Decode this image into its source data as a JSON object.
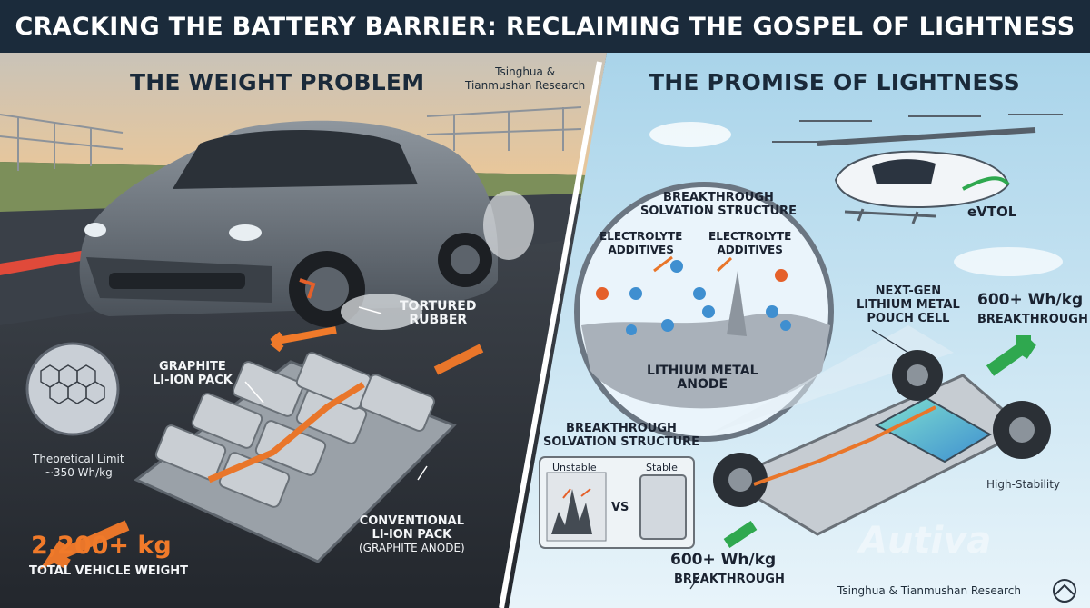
{
  "title": "CRACKING THE BATTERY BARRIER: RECLAIMING THE GOSPEL OF LIGHTNESS",
  "left_panel": {
    "heading": "THE WEIGHT PROBLEM",
    "source": [
      "Tsinghua &",
      "Tianmushan Research"
    ],
    "tortured_rubber": [
      "TORTURED",
      "RUBBER"
    ],
    "graphite_pack": [
      "GRAPHITE",
      "LI-ION PACK"
    ],
    "theoretical_limit": [
      "Theoretical Limit",
      "~350 Wh/kg"
    ],
    "weight_value": "2,200+ kg",
    "weight_label": "TOTAL VEHICLE WEIGHT",
    "conventional_pack": [
      "CONVENTIONAL",
      "LI-ION PACK",
      "(GRAPHITE ANODE)"
    ]
  },
  "right_panel": {
    "heading": "THE PROMISE OF LIGHTNESS",
    "evtol": "eVTOL",
    "circle_title": [
      "BREAKTHROUGH",
      "SOLVATION STRUCTURE"
    ],
    "additives_left": [
      "ELECTROLYTE",
      "ADDITIVES"
    ],
    "additives_right": [
      "ELECTROLYTE",
      "ADDITIVES"
    ],
    "anode": [
      "LITHIUM METAL",
      "ANODE"
    ],
    "next_gen": [
      "NEXT-GEN",
      "LITHIUM METAL",
      "POUCH CELL"
    ],
    "top_value": "600+ Wh/kg",
    "top_label": "BREAKTHROUGH",
    "box_title": [
      "BREAKTHROUGH",
      "SOLVATION STRUCTURE"
    ],
    "unstable": "Unstable",
    "stable": "Stable",
    "vs": "VS",
    "high_stability": "High-Stability",
    "bottom_value": "600+ Wh/kg",
    "bottom_label": "BREAKTHROUGH",
    "footer": "Tsinghua & Tianmushan Research",
    "watermark": "Autiva"
  },
  "colors": {
    "title_bg": "#1b2b3b",
    "accent_orange": "#f07a2a",
    "accent_green": "#2fa84f",
    "dark_panel": "#2a3340",
    "light_panel": "#d8ecf5"
  }
}
